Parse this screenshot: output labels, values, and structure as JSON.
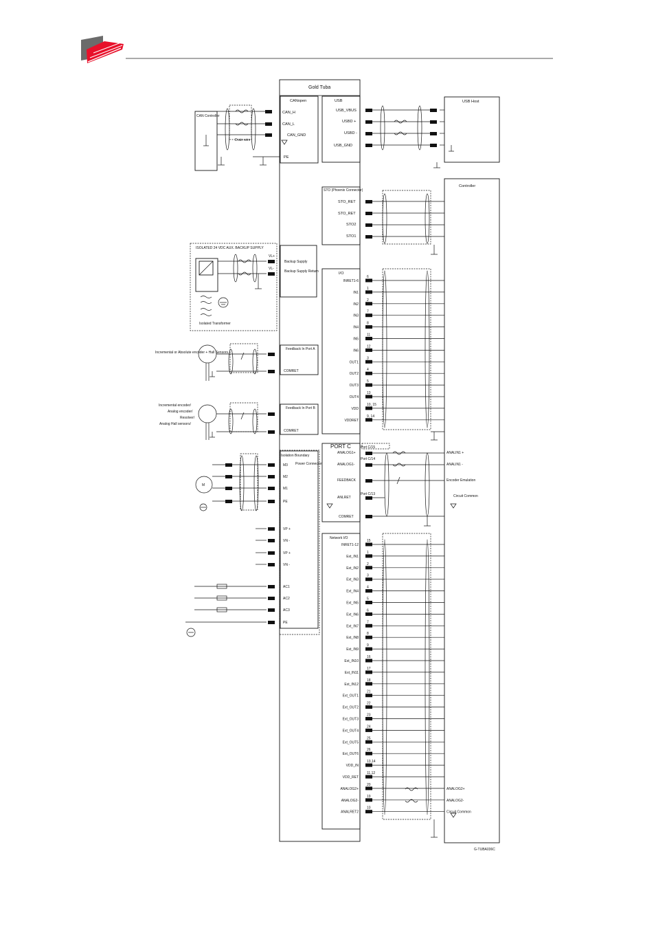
{
  "header": {
    "logo": "brand-logo",
    "logo_color": "#e8102a",
    "logo_gray": "#6b6b6b"
  },
  "main_unit": {
    "title": "Gold Tuba"
  },
  "canopen": {
    "title": "CANopen",
    "pins": [
      "CAN_H",
      "CAN_L",
      "CAN_GND",
      "PE"
    ],
    "device": "CAN Controller",
    "drain": "Drain wire"
  },
  "usb": {
    "title": "USB",
    "pins": [
      "USB_VBUS",
      "USBD +",
      "USBD -",
      "USB_GND"
    ],
    "host": "USB Host"
  },
  "controller": {
    "title": "Controller"
  },
  "sto": {
    "title": "STO (Phoenix Connector)",
    "pins": [
      "STO_RET",
      "STO_RET",
      "STO2",
      "STO1"
    ]
  },
  "backup": {
    "title": "Backup Supply",
    "return": "Backup Supply Return",
    "aux_label": "ISOLATED 24 VDC AUX. BACKUP SUPPLY",
    "vl_plus": "VL+",
    "vl_minus": "VL-",
    "transformer": "Isolated Transformer"
  },
  "io": {
    "title": "I/O",
    "rows": [
      {
        "num": "6",
        "label": "INRET1-6"
      },
      {
        "num": "1",
        "label": "IN1"
      },
      {
        "num": "2",
        "label": "IN2"
      },
      {
        "num": "7",
        "label": "IN3"
      },
      {
        "num": "8",
        "label": "IN4"
      },
      {
        "num": "11",
        "label": "IN5"
      },
      {
        "num": "12",
        "label": "IN6"
      },
      {
        "num": "3",
        "label": "OUT1"
      },
      {
        "num": "4",
        "label": "OUT2"
      },
      {
        "num": "5",
        "label": "OUT3"
      },
      {
        "num": "13",
        "label": "OUT4"
      },
      {
        "num": "10, 15",
        "label": "VDD"
      },
      {
        "num": "9, 14",
        "label": "VDDRET"
      }
    ]
  },
  "feedback_a": {
    "title": "Feedback In Port A",
    "comret": "COMRET",
    "device": "Incremental or Absolute encoder + Hall Sensors"
  },
  "feedback_b": {
    "title": "Feedback In Port B",
    "comret": "COMRET",
    "device_lines": [
      "Incremental encoder/",
      "Analog encoder/",
      "Resolver/",
      "Analog Hall sensors/"
    ]
  },
  "port_c": {
    "title": "PORT C",
    "pins": [
      {
        "port": "Port C/15",
        "label": "ANALOG1+",
        "right": "ANALIN1 +"
      },
      {
        "port": "Port C/14",
        "label": "ANALOG1-",
        "right": "ANALIN1 -"
      },
      {
        "port": "",
        "label": "FEEDBACK",
        "right": "Encoder Emulation"
      },
      {
        "port": "Port C/13",
        "label": "ANLRET",
        "right": "Circuit Common"
      },
      {
        "port": "",
        "label": "COMRET",
        "right": ""
      }
    ]
  },
  "power": {
    "isolation": "Isolation Boundary",
    "title": "Power Connector",
    "motor_pins": [
      "M3",
      "M2",
      "M1",
      "PE"
    ],
    "supply_pins": [
      "VP +",
      "VN -",
      "VP +",
      "VN -"
    ],
    "ac_pins": [
      "AC1",
      "AC2",
      "AC3",
      "PE"
    ],
    "motor": "M"
  },
  "network_io": {
    "title": "Network I/O",
    "rows": [
      {
        "num": "15",
        "label": "INRET1-12",
        "right": ""
      },
      {
        "num": "1",
        "label": "Ext_IN1",
        "right": ""
      },
      {
        "num": "2",
        "label": "Ext_IN2",
        "right": ""
      },
      {
        "num": "3",
        "label": "Ext_IN3",
        "right": ""
      },
      {
        "num": "4",
        "label": "Ext_IN4",
        "right": ""
      },
      {
        "num": "5",
        "label": "Ext_IN5",
        "right": ""
      },
      {
        "num": "6",
        "label": "Ext_IN6",
        "right": ""
      },
      {
        "num": "7",
        "label": "Ext_IN7",
        "right": ""
      },
      {
        "num": "8",
        "label": "Ext_IN8",
        "right": ""
      },
      {
        "num": "9",
        "label": "Ext_IN9",
        "right": ""
      },
      {
        "num": "16",
        "label": "Ext_IN10",
        "right": ""
      },
      {
        "num": "17",
        "label": "Ext_IN11",
        "right": ""
      },
      {
        "num": "18",
        "label": "Ext_IN12",
        "right": ""
      },
      {
        "num": "21",
        "label": "Ext_OUT1",
        "right": ""
      },
      {
        "num": "22",
        "label": "Ext_OUT2",
        "right": ""
      },
      {
        "num": "23",
        "label": "Ext_OUT3",
        "right": ""
      },
      {
        "num": "24",
        "label": "Ext_OUT4",
        "right": ""
      },
      {
        "num": "25",
        "label": "Ext_OUT5",
        "right": ""
      },
      {
        "num": "26",
        "label": "Ext_OUT6",
        "right": ""
      },
      {
        "num": "13,14",
        "label": "VDD_IN",
        "right": ""
      },
      {
        "num": "11,12",
        "label": "VDD_RET",
        "right": ""
      },
      {
        "num": "20",
        "label": "ANALOG2+",
        "right": "ANALOG2+"
      },
      {
        "num": "19",
        "label": "ANALOG2-",
        "right": "ANALOG2-"
      },
      {
        "num": "10",
        "label": "ANALRET2",
        "right": "Circuit Common"
      }
    ]
  },
  "figure_code": "G-TUBA036C"
}
